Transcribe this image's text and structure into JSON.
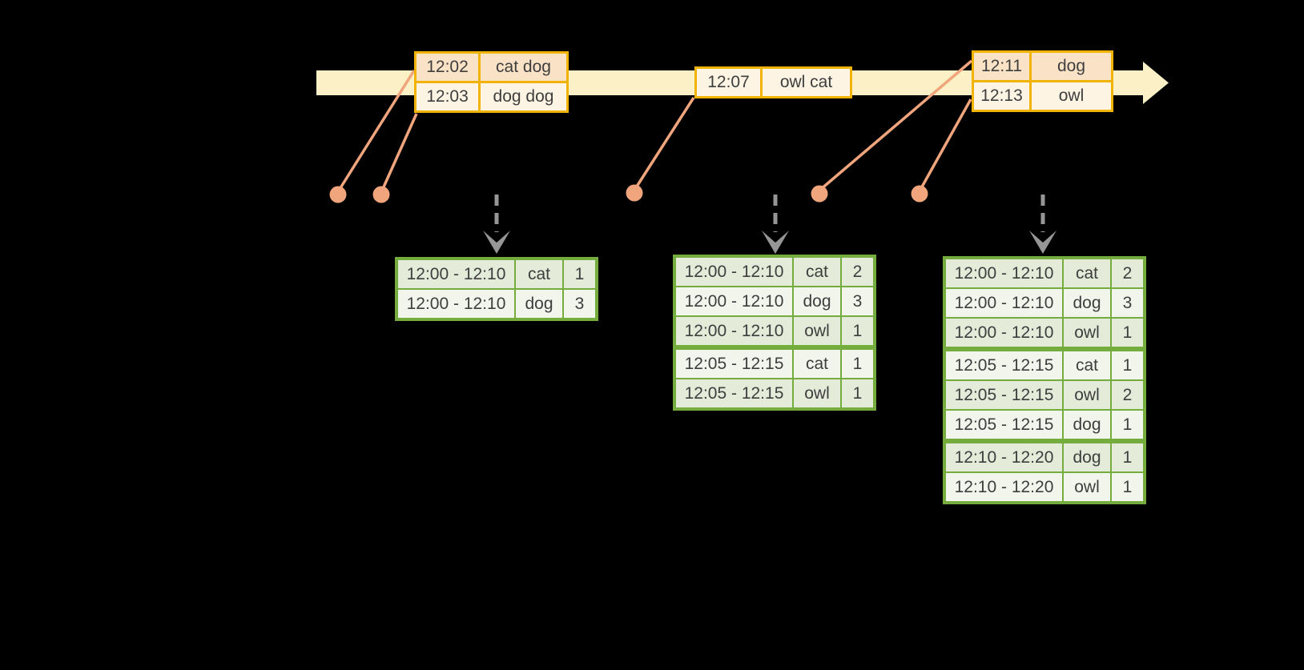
{
  "colors": {
    "bg": "#000000",
    "timeline_fill": "#FBF0C6",
    "event_border": "#F2B404",
    "event_row_peach": "#FAE2C6",
    "event_row_cream": "#FDF4E4",
    "connector": "#F0A57C",
    "trigger_arrow": "#969696",
    "table_border": "#74AC3E",
    "table_row_green": "#E4EBD9",
    "table_row_light": "#F2F5EC",
    "text": "#3E3E3E"
  },
  "timeline": {
    "events": [
      {
        "time": "12:02",
        "words": "cat dog"
      },
      {
        "time": "12:03",
        "words": "dog dog"
      },
      {
        "time": "12:07",
        "words": "owl cat"
      },
      {
        "time": "12:11",
        "words": "dog"
      },
      {
        "time": "12:13",
        "words": "owl"
      }
    ]
  },
  "result_tables": [
    {
      "rows": [
        {
          "window": "12:00 - 12:10",
          "word": "cat",
          "count": "1"
        },
        {
          "window": "12:00 - 12:10",
          "word": "dog",
          "count": "3"
        }
      ]
    },
    {
      "rows": [
        {
          "window": "12:00 - 12:10",
          "word": "cat",
          "count": "2"
        },
        {
          "window": "12:00 - 12:10",
          "word": "dog",
          "count": "3"
        },
        {
          "window": "12:00 - 12:10",
          "word": "owl",
          "count": "1"
        },
        {
          "window": "12:05 - 12:15",
          "word": "cat",
          "count": "1"
        },
        {
          "window": "12:05 - 12:15",
          "word": "owl",
          "count": "1"
        }
      ]
    },
    {
      "rows": [
        {
          "window": "12:00 - 12:10",
          "word": "cat",
          "count": "2"
        },
        {
          "window": "12:00 - 12:10",
          "word": "dog",
          "count": "3"
        },
        {
          "window": "12:00 - 12:10",
          "word": "owl",
          "count": "1"
        },
        {
          "window": "12:05 - 12:15",
          "word": "cat",
          "count": "1"
        },
        {
          "window": "12:05 - 12:15",
          "word": "owl",
          "count": "2"
        },
        {
          "window": "12:05 - 12:15",
          "word": "dog",
          "count": "1"
        },
        {
          "window": "12:10 - 12:20",
          "word": "dog",
          "count": "1"
        },
        {
          "window": "12:10 - 12:20",
          "word": "owl",
          "count": "1"
        }
      ]
    }
  ]
}
